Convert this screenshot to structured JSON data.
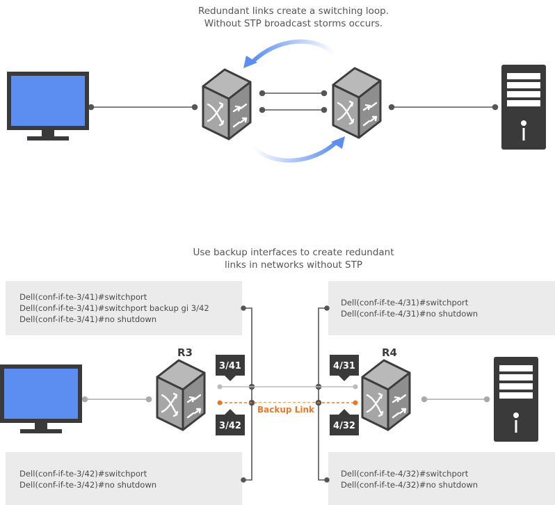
{
  "top": {
    "caption_line1": "Redundant links create a switching loop.",
    "caption_line2": "Without STP broadcast storms occurs."
  },
  "bottom": {
    "caption_line1": "Use backup interfaces to create redundant",
    "caption_line2": "links in networks without STP",
    "r3_label": "R3",
    "r4_label": "R4",
    "backup_label": "Backup Link",
    "ports": {
      "r3_primary": "3/41",
      "r3_backup": "3/42",
      "r4_primary": "4/31",
      "r4_backup": "4/32"
    },
    "config_r3_primary": [
      "Dell(conf-if-te-3/41)#switchport",
      "Dell(conf-if-te-3/41)#switchport backup gi 3/42",
      "Dell(conf-if-te-3/41)#no shutdown"
    ],
    "config_r4_primary": [
      "Dell(conf-if-te-4/31)#switchport",
      "Dell(conf-if-te-4/31)#no shutdown"
    ],
    "config_r3_backup": [
      "Dell(conf-if-te-3/42)#switchport",
      "Dell(conf-if-te-3/42)#no shutdown"
    ],
    "config_r4_backup": [
      "Dell(conf-if-te-4/32)#switchport",
      "Dell(conf-if-te-4/32)#no shutdown"
    ]
  },
  "colors": {
    "screen": "#5b8ef0",
    "device_dark": "#3a3a3a",
    "switch_grey": "#a9a9a9",
    "arrow_blue": "#5b8ef0",
    "backup_orange": "#e8792a",
    "panel_grey": "#ebebeb"
  },
  "icons": {
    "computer": "monitor-icon",
    "server": "server-tower-icon",
    "switch": "switch-icon"
  }
}
